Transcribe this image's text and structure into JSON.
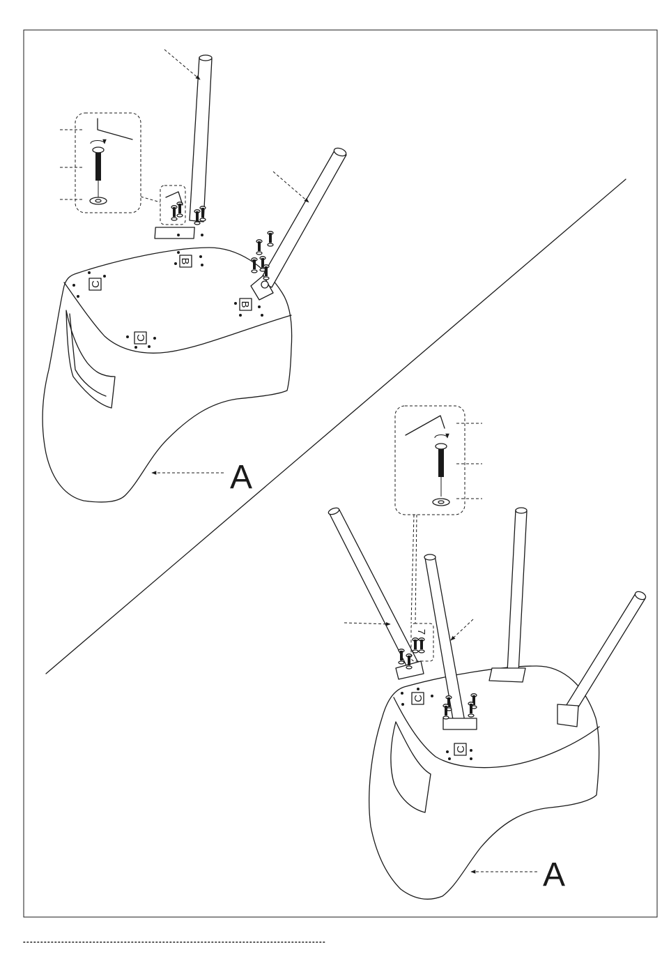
{
  "labels": {
    "seat_part_top": "A",
    "seat_part_bottom": "A",
    "marker_b": "B",
    "marker_c": "C",
    "step_number": "7"
  }
}
